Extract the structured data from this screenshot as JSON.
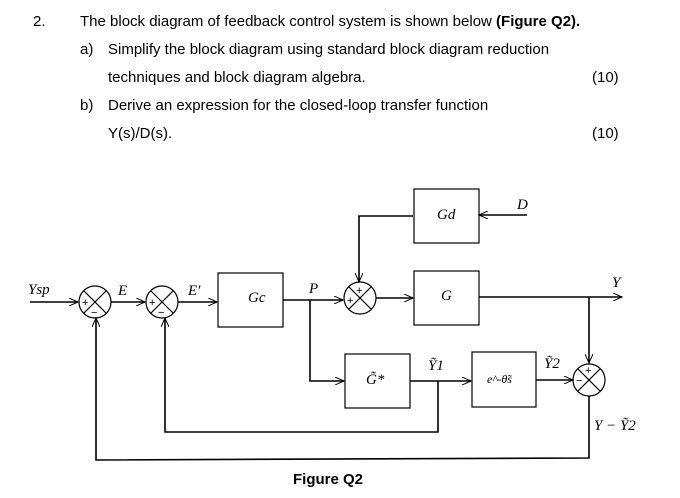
{
  "question": {
    "number": "2.",
    "intro": "The block diagram of feedback control system is shown below ",
    "intro_bold": "(Figure Q2).",
    "parts": [
      {
        "label": "a)",
        "line1": "Simplify the block diagram using standard block diagram reduction",
        "line2": "techniques and block diagram algebra.",
        "marks": "(10)"
      },
      {
        "label": "b)",
        "line1": "Derive an expression for the closed-loop transfer function",
        "line2": "Y(s)/D(s).",
        "marks": "(10)"
      }
    ]
  },
  "diagram": {
    "blocks": {
      "gc": "Gc",
      "gd": "Gd",
      "g": "G",
      "gstar": "G̃*",
      "delay": "e^-θ̃s"
    },
    "signals": {
      "ysp": "Ysp",
      "e": "E",
      "eprime": "E′",
      "p": "P",
      "d": "D",
      "y": "Y",
      "y1": "Ỹ1",
      "y2": "Ỹ2",
      "err": "Y − Ỹ2"
    },
    "caption": "Figure Q2"
  }
}
